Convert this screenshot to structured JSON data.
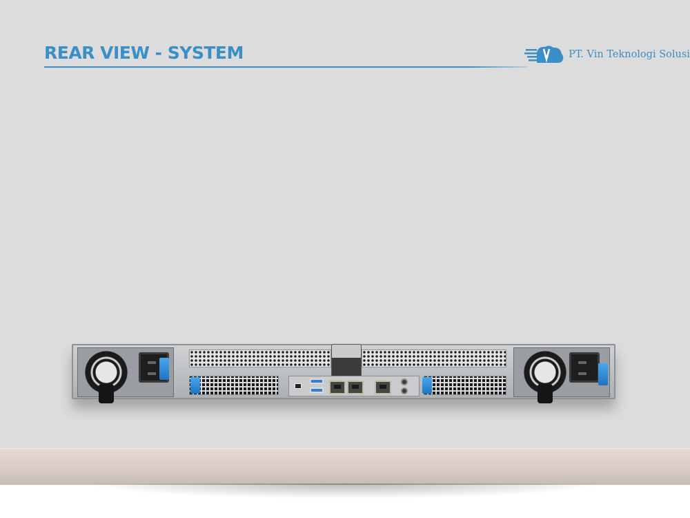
{
  "header": {
    "title": "REAR VIEW - SYSTEM",
    "accent_color": "#3a8fc8"
  },
  "logo": {
    "text": "PT. Vin Teknologi Solusi",
    "mark_letter": "V",
    "icon": "cloud-v-logo-icon"
  },
  "server": {
    "description": "1U rack server rear panel",
    "components": {
      "left_psu": {
        "fan": "psu-fan-icon",
        "inlet": "power-inlet-icon",
        "latch_color": "#2f86d6"
      },
      "right_psu": {
        "fan": "psu-fan-icon",
        "inlet": "power-inlet-icon",
        "latch_color": "#2f86d6"
      },
      "io": {
        "usb_ports": 2,
        "usb_color": "#2f7fd8",
        "lan_ports": 2,
        "mgmt_port": 1,
        "mini_displayport": 1
      },
      "pcie_slots": 3
    }
  }
}
